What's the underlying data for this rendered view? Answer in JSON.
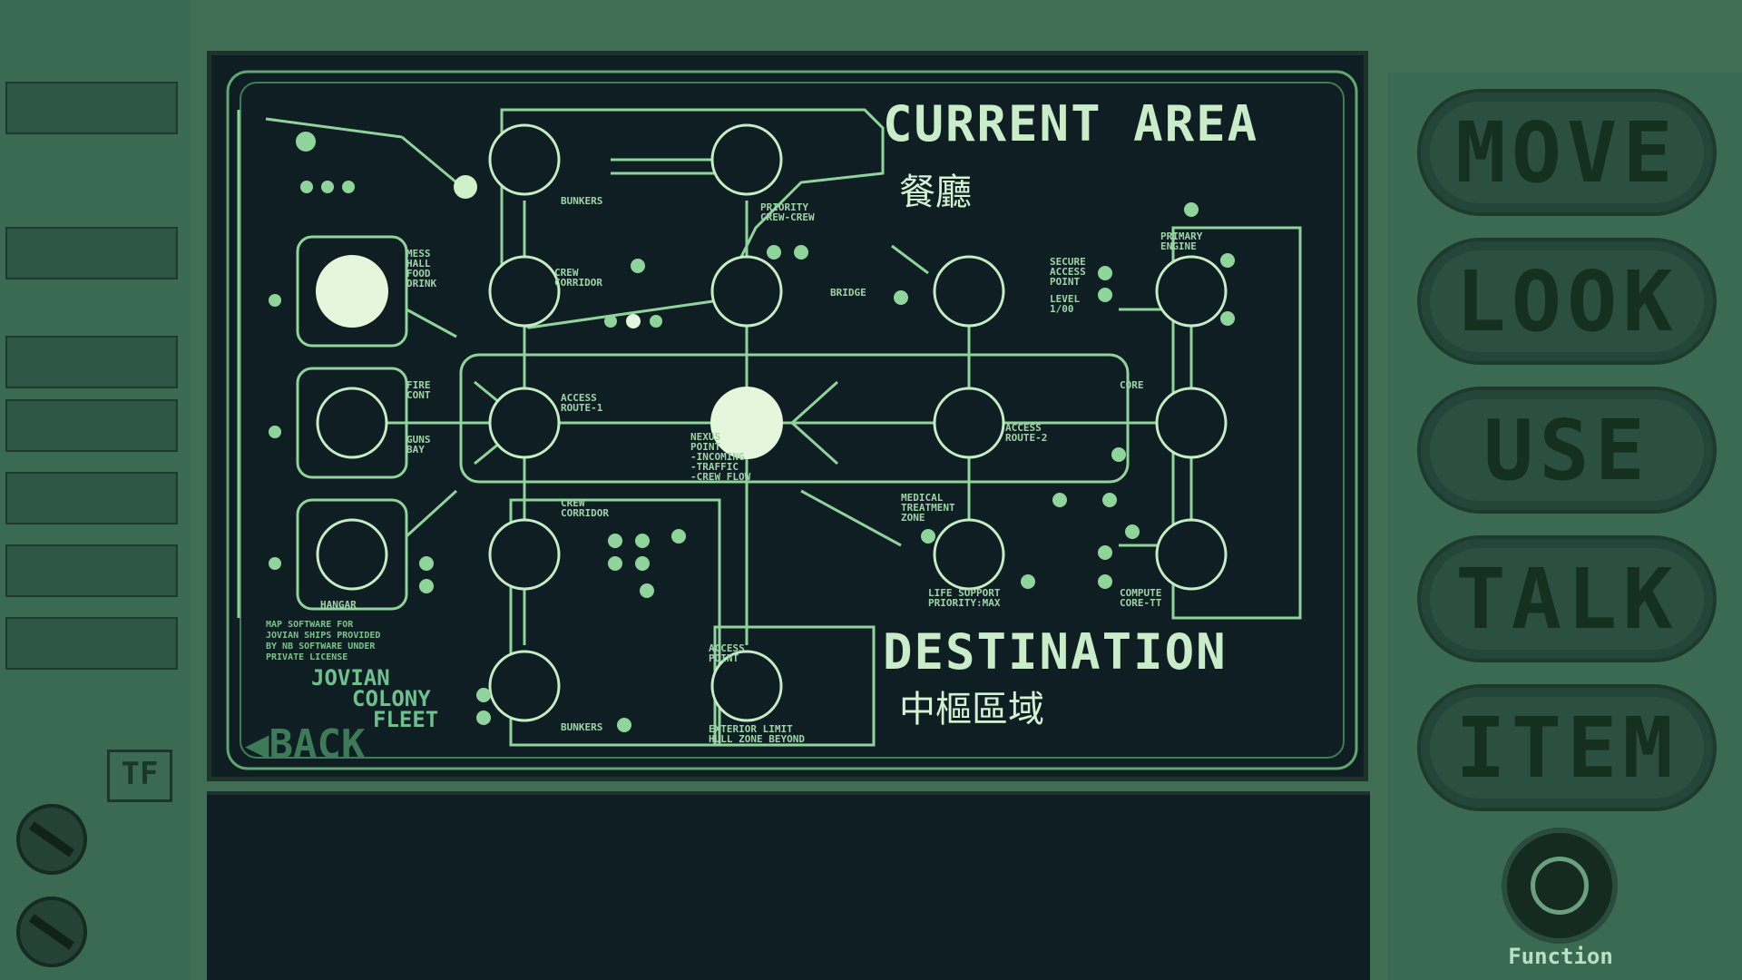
{
  "current_area": {
    "heading": "CURRENT AREA",
    "value": "餐廳"
  },
  "destination": {
    "heading": "DESTINATION",
    "value": "中樞區域"
  },
  "map_labels": {
    "bunkers_top": "BUNKERS",
    "priority_crew": "PRIORITY\nCREW-CREW",
    "mess_hall": "MESS\nHALL\nFOOD\nDRINK",
    "crew_corridor_top": "CREW\nCORRIDOR",
    "bridge": "BRIDGE",
    "secure_access": "SECURE\nACCESS\nPOINT",
    "level_clearance": "LEVEL\n1/00",
    "primary_engine": "PRIMARY\nENGINE",
    "fire_control": "FIRE\nCONT",
    "gun_bay": "GUNS\nBAY",
    "access_route_1": "ACCESS\nROUTE-1",
    "nexus_point": "NEXUS\nPOINT\n-INCOMING\n-TRAFFIC\n-CREW FLOW",
    "access_route_2": "ACCESS\nROUTE-2",
    "core": "CORE",
    "hangar": "HANGAR",
    "crew_corridor_bottom": "CREW\nCORRIDOR",
    "medical": "MEDICAL\nTREATMENT\nZONE",
    "life_support": "LIFE SUPPORT\nPRIORITY:MAX",
    "compute_core": "COMPUTE\nCORE-TT",
    "access_point": "ACCESS\nPOINT",
    "bunkers_bottom": "BUNKERS",
    "exterior_limit": "EXTERIOR LIMIT\nHULL ZONE BEYOND"
  },
  "license_text": "MAP SOFTWARE FOR\nJOVIAN SHIPS PROVIDED\nBY NB SOFTWARE UNDER\nPRIVATE LICENSE",
  "brand": {
    "line1": "JOVIAN",
    "line2": "COLONY",
    "line3": "FLEET"
  },
  "back_label": "BACK",
  "commands": {
    "move": "MOVE",
    "look": "LOOK",
    "use": "USE",
    "talk": "TALK",
    "item": "ITEM"
  },
  "function_label": "Function",
  "logo_text": "TF",
  "colors": {
    "screen": "#0f1e22",
    "line": "#8fd49a",
    "accent": "#d8f5d0",
    "frame": "#3f6e55"
  }
}
